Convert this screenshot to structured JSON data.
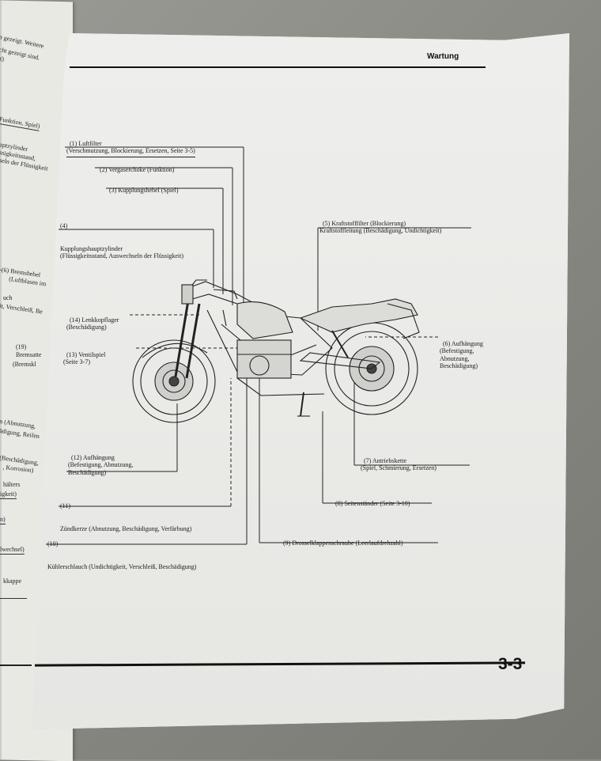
{
  "page": {
    "section_title": "Wartung",
    "page_number": "3-3"
  },
  "left_page_fragments": [
    "n gezeigt. Weitere",
    "cht gezeigt sind.",
    "t)",
    "Funktion, Spiel)",
    "uptzylinder",
    "ssigkeitsstand,",
    "seln der Flüssigkeit",
    "-(6) Bremshebel",
    "(Luftblasen im",
    "uch",
    "it, Verschleiß, Be",
    "(19)",
    "Bremsatte",
    "(Bremskl",
    "n (Abnutzung,",
    "ädigung, Reifen",
    "(Beschädigung,",
    ", Korrosion)",
    "hälters",
    "igkeit)",
    "n)",
    "lwechsel)",
    "kkappe"
  ],
  "callouts": {
    "c1": {
      "num": "(1)",
      "text": "Luftfilter\n(Verschmutzung, Blockierung, Ersetzen, Seite 3-5)"
    },
    "c2": {
      "num": "(2)",
      "text": "Vergaserchoke (Funktion)"
    },
    "c3": {
      "num": "(3)",
      "text": "Kupplungshebel (Spiel)"
    },
    "c4": {
      "num": "(4)",
      "text": "Kupplungshauptzylinder\n(Flüssigkeitsstand, Auswechseln der Flüssigkeit)"
    },
    "c5": {
      "num": "(5)",
      "text": "Kraftstofffilter (Blockierung)\nKraftstoffleitung (Beschädigung, Undichtigkeit)"
    },
    "c6": {
      "num": "(6)",
      "text": "Aufhängung\n(Befestigung,\nAbnutzung,\nBeschädigung)"
    },
    "c7": {
      "num": "(7)",
      "text": "Antriebskette\n(Spiel, Schmierung, Ersetzen)"
    },
    "c8": {
      "num": "(8)",
      "text": "Seitenständer (Seite 3-10)"
    },
    "c9": {
      "num": "(9)",
      "text": "Drosselklappenschraube (Leerlaufdrehzahl)"
    },
    "c10": {
      "num": "(10)",
      "text": "Kühlerschlauch (Undichtigkeit, Verschleiß, Beschädigung)"
    },
    "c11": {
      "num": "(11)",
      "text": "Zündkerze (Abnutzung, Beschädigung, Verfärbung)"
    },
    "c12": {
      "num": "(12)",
      "text": "Aufhängung\n(Befestigung, Abnutzung,\nBeschädigung)"
    },
    "c13": {
      "num": "(13)",
      "text": "Ventilspiel\n(Seite 3-7)"
    },
    "c14": {
      "num": "(14)",
      "text": "Lenkkopflager\n(Beschädigung)"
    }
  }
}
